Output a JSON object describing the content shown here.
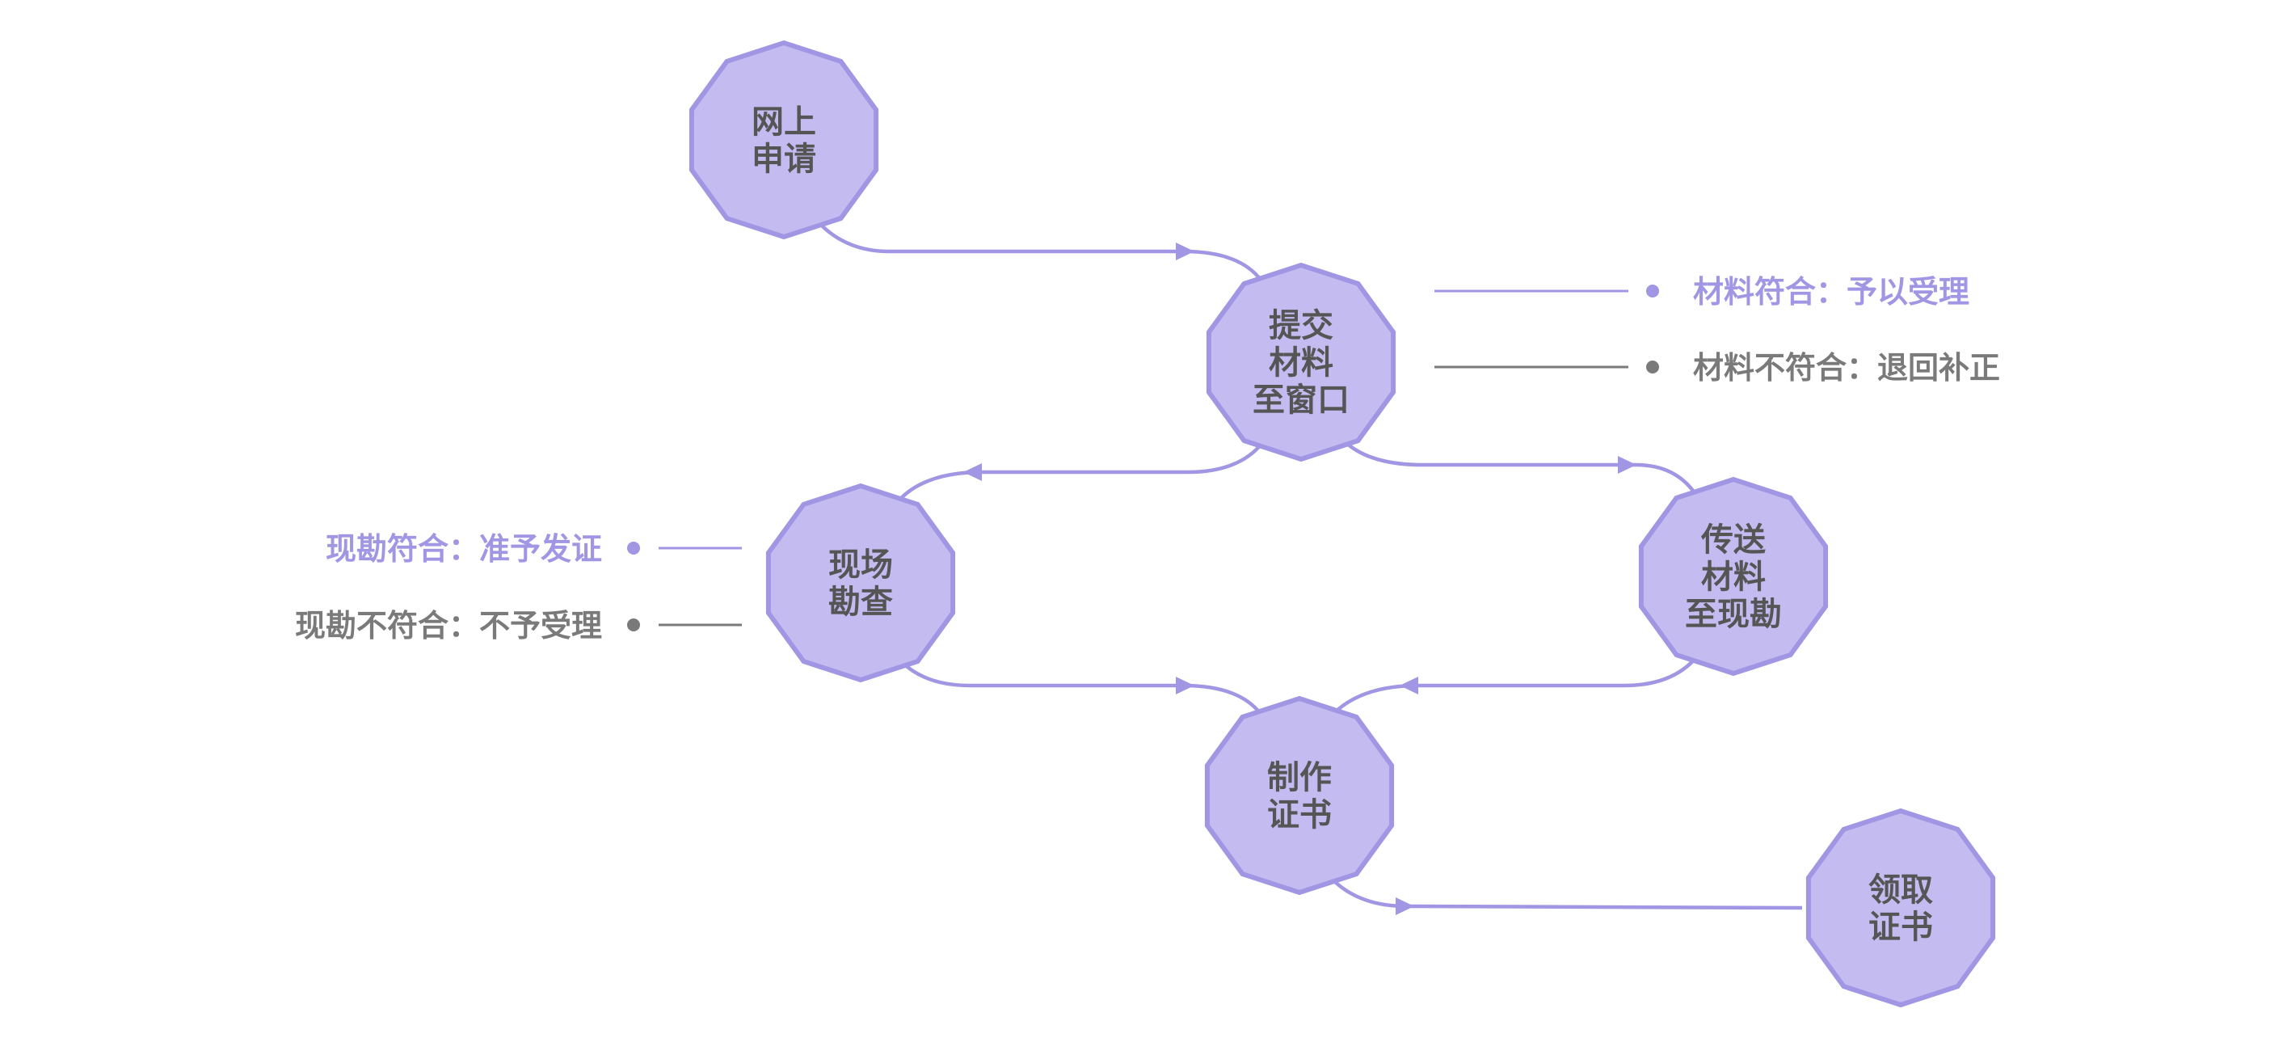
{
  "colors": {
    "node_fill": "#c4bcf0",
    "node_stroke": "#a196e3",
    "node_text": "#555555",
    "edge": "#a196e3",
    "pass": "#a196e3",
    "fail": "#7a7a7a"
  },
  "nodes": [
    {
      "id": "apply",
      "lines": [
        "网上",
        "申请"
      ]
    },
    {
      "id": "submit",
      "lines": [
        "提交",
        "材料",
        "至窗口"
      ]
    },
    {
      "id": "survey",
      "lines": [
        "现场",
        "勘查"
      ]
    },
    {
      "id": "transfer",
      "lines": [
        "传送",
        "材料",
        "至现勘"
      ]
    },
    {
      "id": "make",
      "lines": [
        "制作",
        "证书"
      ]
    },
    {
      "id": "collect",
      "lines": [
        "领取",
        "证书"
      ]
    }
  ],
  "edges": [
    {
      "from": "apply",
      "to": "submit"
    },
    {
      "from": "submit",
      "to": "survey"
    },
    {
      "from": "submit",
      "to": "transfer"
    },
    {
      "from": "survey",
      "to": "make"
    },
    {
      "from": "transfer",
      "to": "make"
    },
    {
      "from": "make",
      "to": "collect"
    }
  ],
  "legend_submit": {
    "pass": "材料符合：予以受理",
    "fail": "材料不符合：退回补正"
  },
  "legend_survey": {
    "pass": "现勘符合：准予发证",
    "fail": "现勘不符合：不予受理"
  }
}
